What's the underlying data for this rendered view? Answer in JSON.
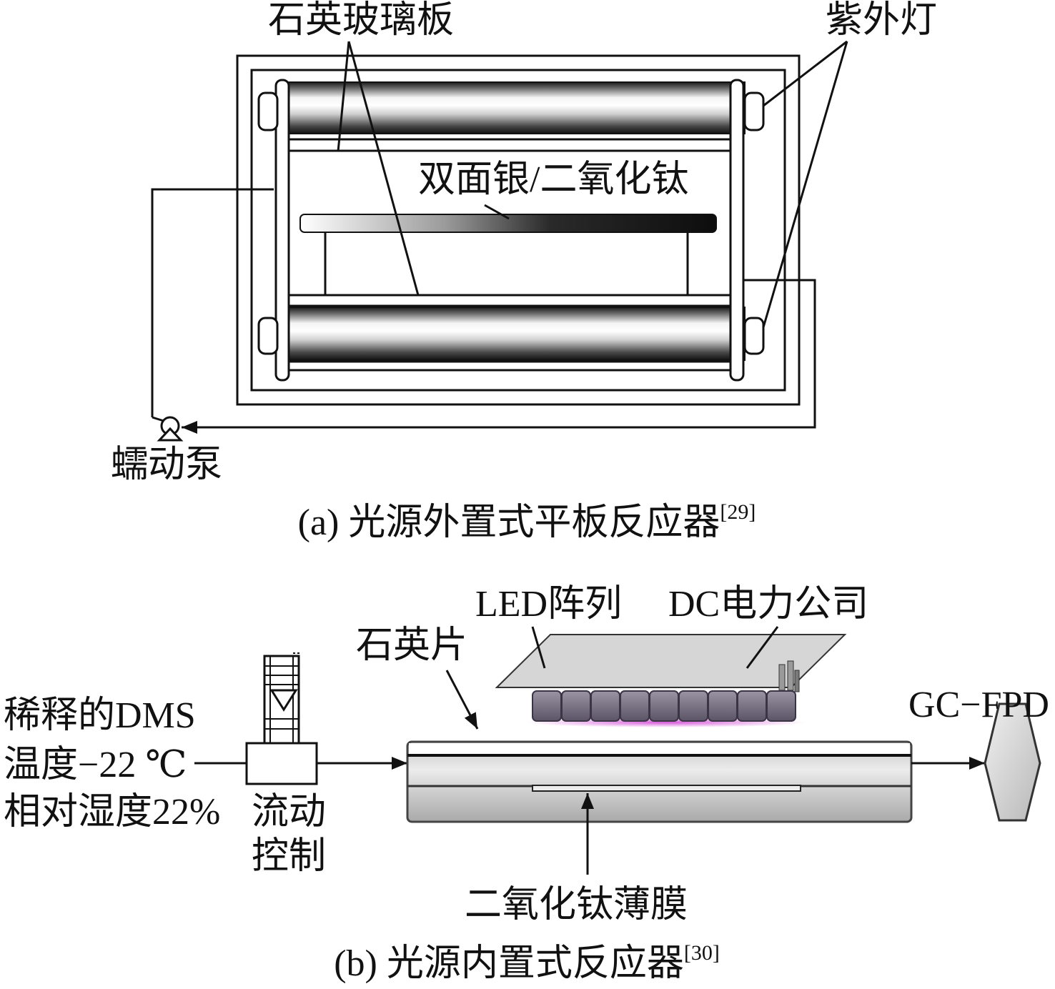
{
  "panel_a": {
    "quartz_plate_label": "石英玻璃板",
    "uv_lamp_label": "紫外灯",
    "sample_label": "双面银/二氧化钛",
    "pump_label": "蠕动泵",
    "caption": "(a) 光源外置式平板反应器",
    "caption_ref": "[29]"
  },
  "panel_b": {
    "led_array_label": "LED阵列",
    "dc_power_label": "DC电力公司",
    "quartz_sheet_label": "石英片",
    "detector_label": "GC−FPD",
    "film_label": "二氧化钛薄膜",
    "inlet_lines": [
      "稀释的DMS",
      "温度−22 ℃",
      "相对湿度22%"
    ],
    "flow_control_lines": [
      "流动",
      "控制"
    ],
    "caption": "(b) 光源内置式反应器",
    "caption_ref": "[30]"
  },
  "colors": {
    "line": "#111111",
    "led": "#6a6476",
    "led_glow": "#d24bd6",
    "background": "#ffffff"
  }
}
